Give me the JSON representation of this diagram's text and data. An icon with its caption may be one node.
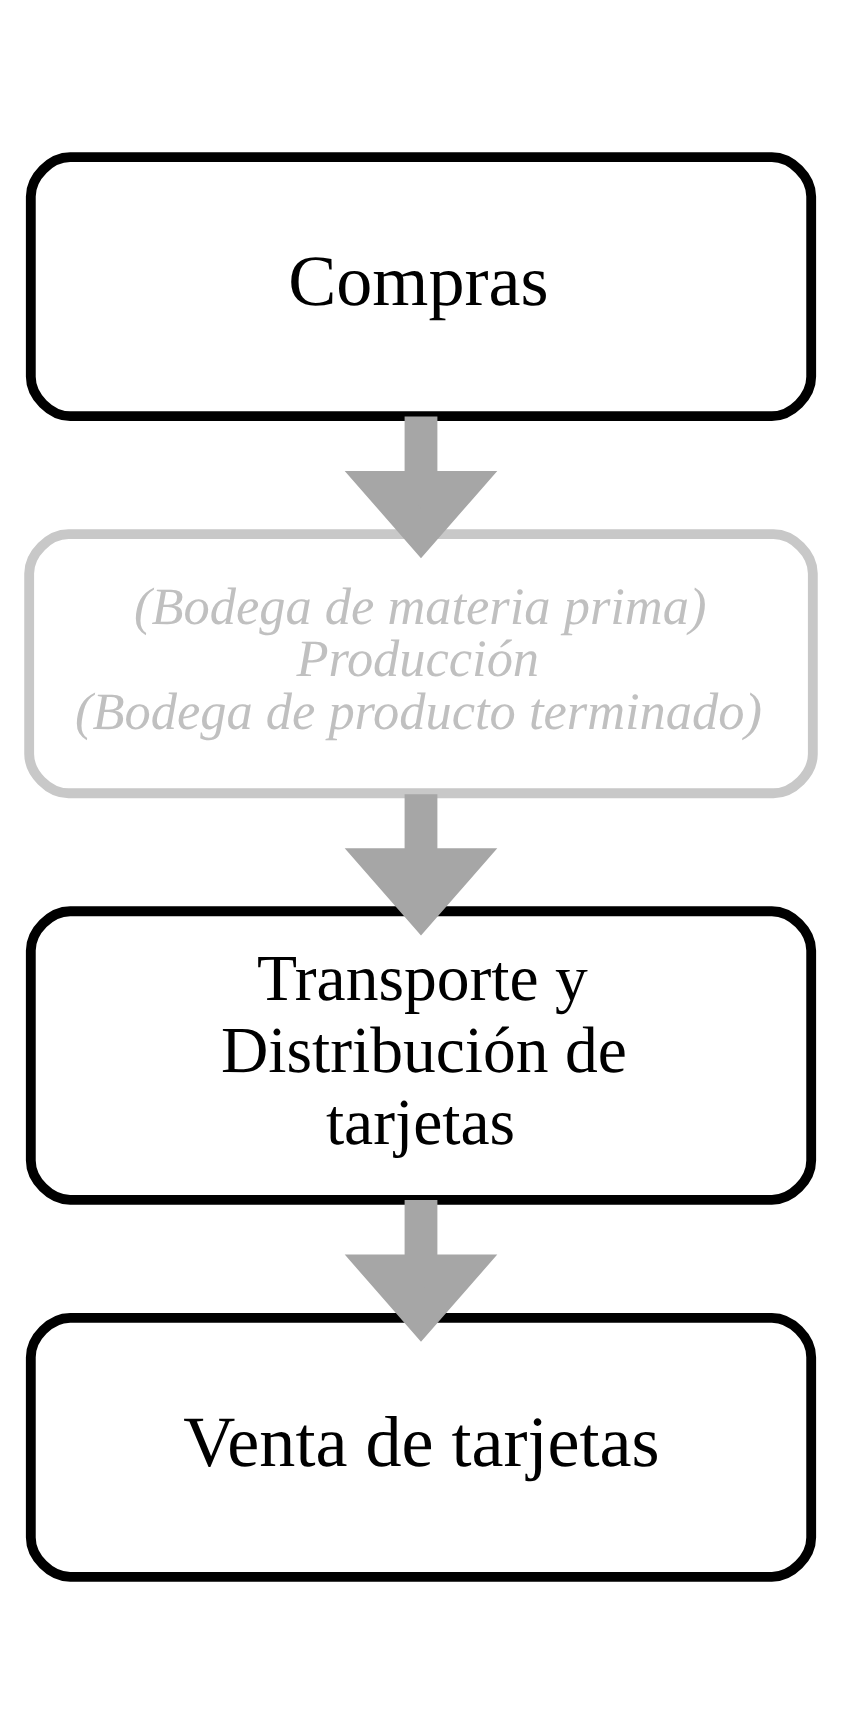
{
  "diagram": {
    "nodes": [
      {
        "text": [
          "Compras"
        ]
      },
      {
        "text": [
          "(Bodega de materia prima)",
          "Producción",
          "(Bodega de producto terminado)"
        ]
      },
      {
        "text": [
          "Transporte y Distribución de tarjetas"
        ]
      },
      {
        "text": [
          "Venta de tarjetas"
        ]
      }
    ],
    "edges": [
      {
        "from": 0,
        "to": 1,
        "arrow": "to"
      },
      {
        "from": 1,
        "to": 2,
        "arrow": "to"
      },
      {
        "from": 2,
        "to": 3,
        "arrow": "to"
      }
    ]
  }
}
